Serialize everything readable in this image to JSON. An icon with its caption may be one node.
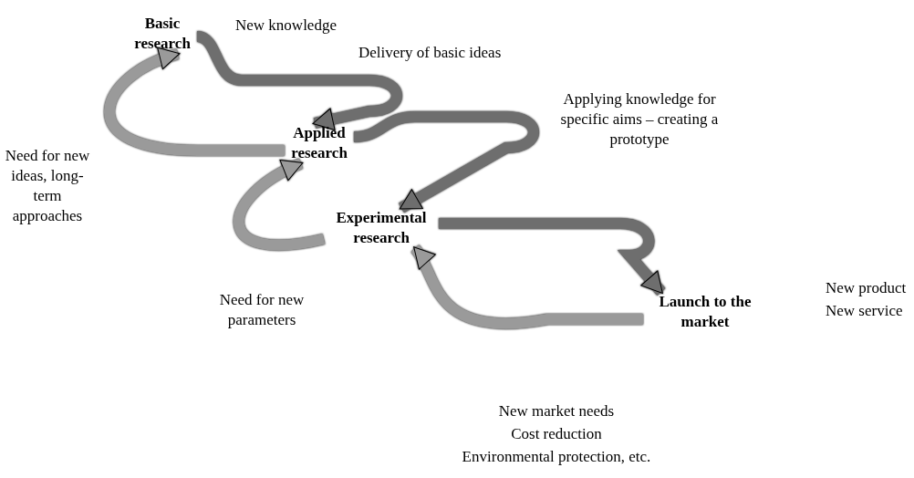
{
  "diagram": {
    "nodes": [
      {
        "text": [
          "Basic research"
        ]
      },
      {
        "text": [
          "Applied research"
        ]
      },
      {
        "text": [
          "Experimental research"
        ]
      },
      {
        "text": [
          "Launch to the market"
        ]
      }
    ],
    "edges": [
      {
        "from": 0,
        "to": 1,
        "arrow": "to",
        "color": "#6e6e6e"
      },
      {
        "from": 1,
        "to": 0,
        "arrow": "to",
        "color": "#9a9a9a"
      },
      {
        "from": 1,
        "to": 2,
        "arrow": "to",
        "color": "#6e6e6e"
      },
      {
        "from": 2,
        "to": 1,
        "arrow": "to",
        "color": "#9a9a9a"
      },
      {
        "from": 2,
        "to": 3,
        "arrow": "to",
        "color": "#6e6e6e"
      },
      {
        "from": 3,
        "to": 2,
        "arrow": "to",
        "color": "#9a9a9a"
      }
    ],
    "labels": [
      "New knowledge",
      "Delivery of basic ideas",
      "Need for new ideas, long-term approaches",
      "Applying knowledge for specific aims – creating a prototype",
      "Need for new parameters",
      "New product",
      "New service",
      "New market needs",
      "Cost reduction",
      "Environmental protection, etc."
    ]
  }
}
